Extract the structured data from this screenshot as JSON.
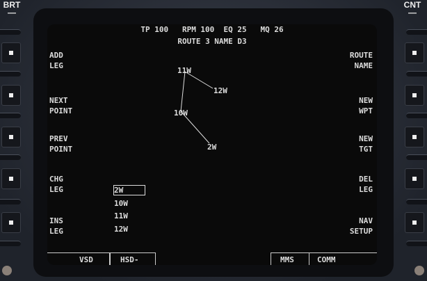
{
  "hardware": {
    "left_knob": "BRT",
    "right_knob": "CNT"
  },
  "header": {
    "status": "TP 100   RPM 100  EQ 25   MQ 26",
    "route": "ROUTE 3 NAME D3"
  },
  "left_options": [
    [
      "ADD",
      "LEG"
    ],
    [
      "NEXT",
      "POINT"
    ],
    [
      "PREV",
      "POINT"
    ],
    [
      "CHG",
      "LEG"
    ],
    [
      "INS",
      "LEG"
    ]
  ],
  "right_options": [
    [
      "ROUTE",
      "NAME"
    ],
    [
      "NEW",
      "WPT"
    ],
    [
      "NEW",
      "TGT"
    ],
    [
      "DEL",
      "LEG"
    ],
    [
      "NAV",
      "SETUP"
    ]
  ],
  "waypoints": {
    "w11": "11W",
    "w12": "12W",
    "w10": "10W",
    "w2": "2W"
  },
  "leg_list": [
    "2W",
    "10W",
    "11W",
    "12W"
  ],
  "selected_leg": "2W",
  "bottom_tabs": {
    "vsd": "VSD",
    "hsd": "HSD-",
    "mms": "MMS",
    "comm": "COMM"
  }
}
